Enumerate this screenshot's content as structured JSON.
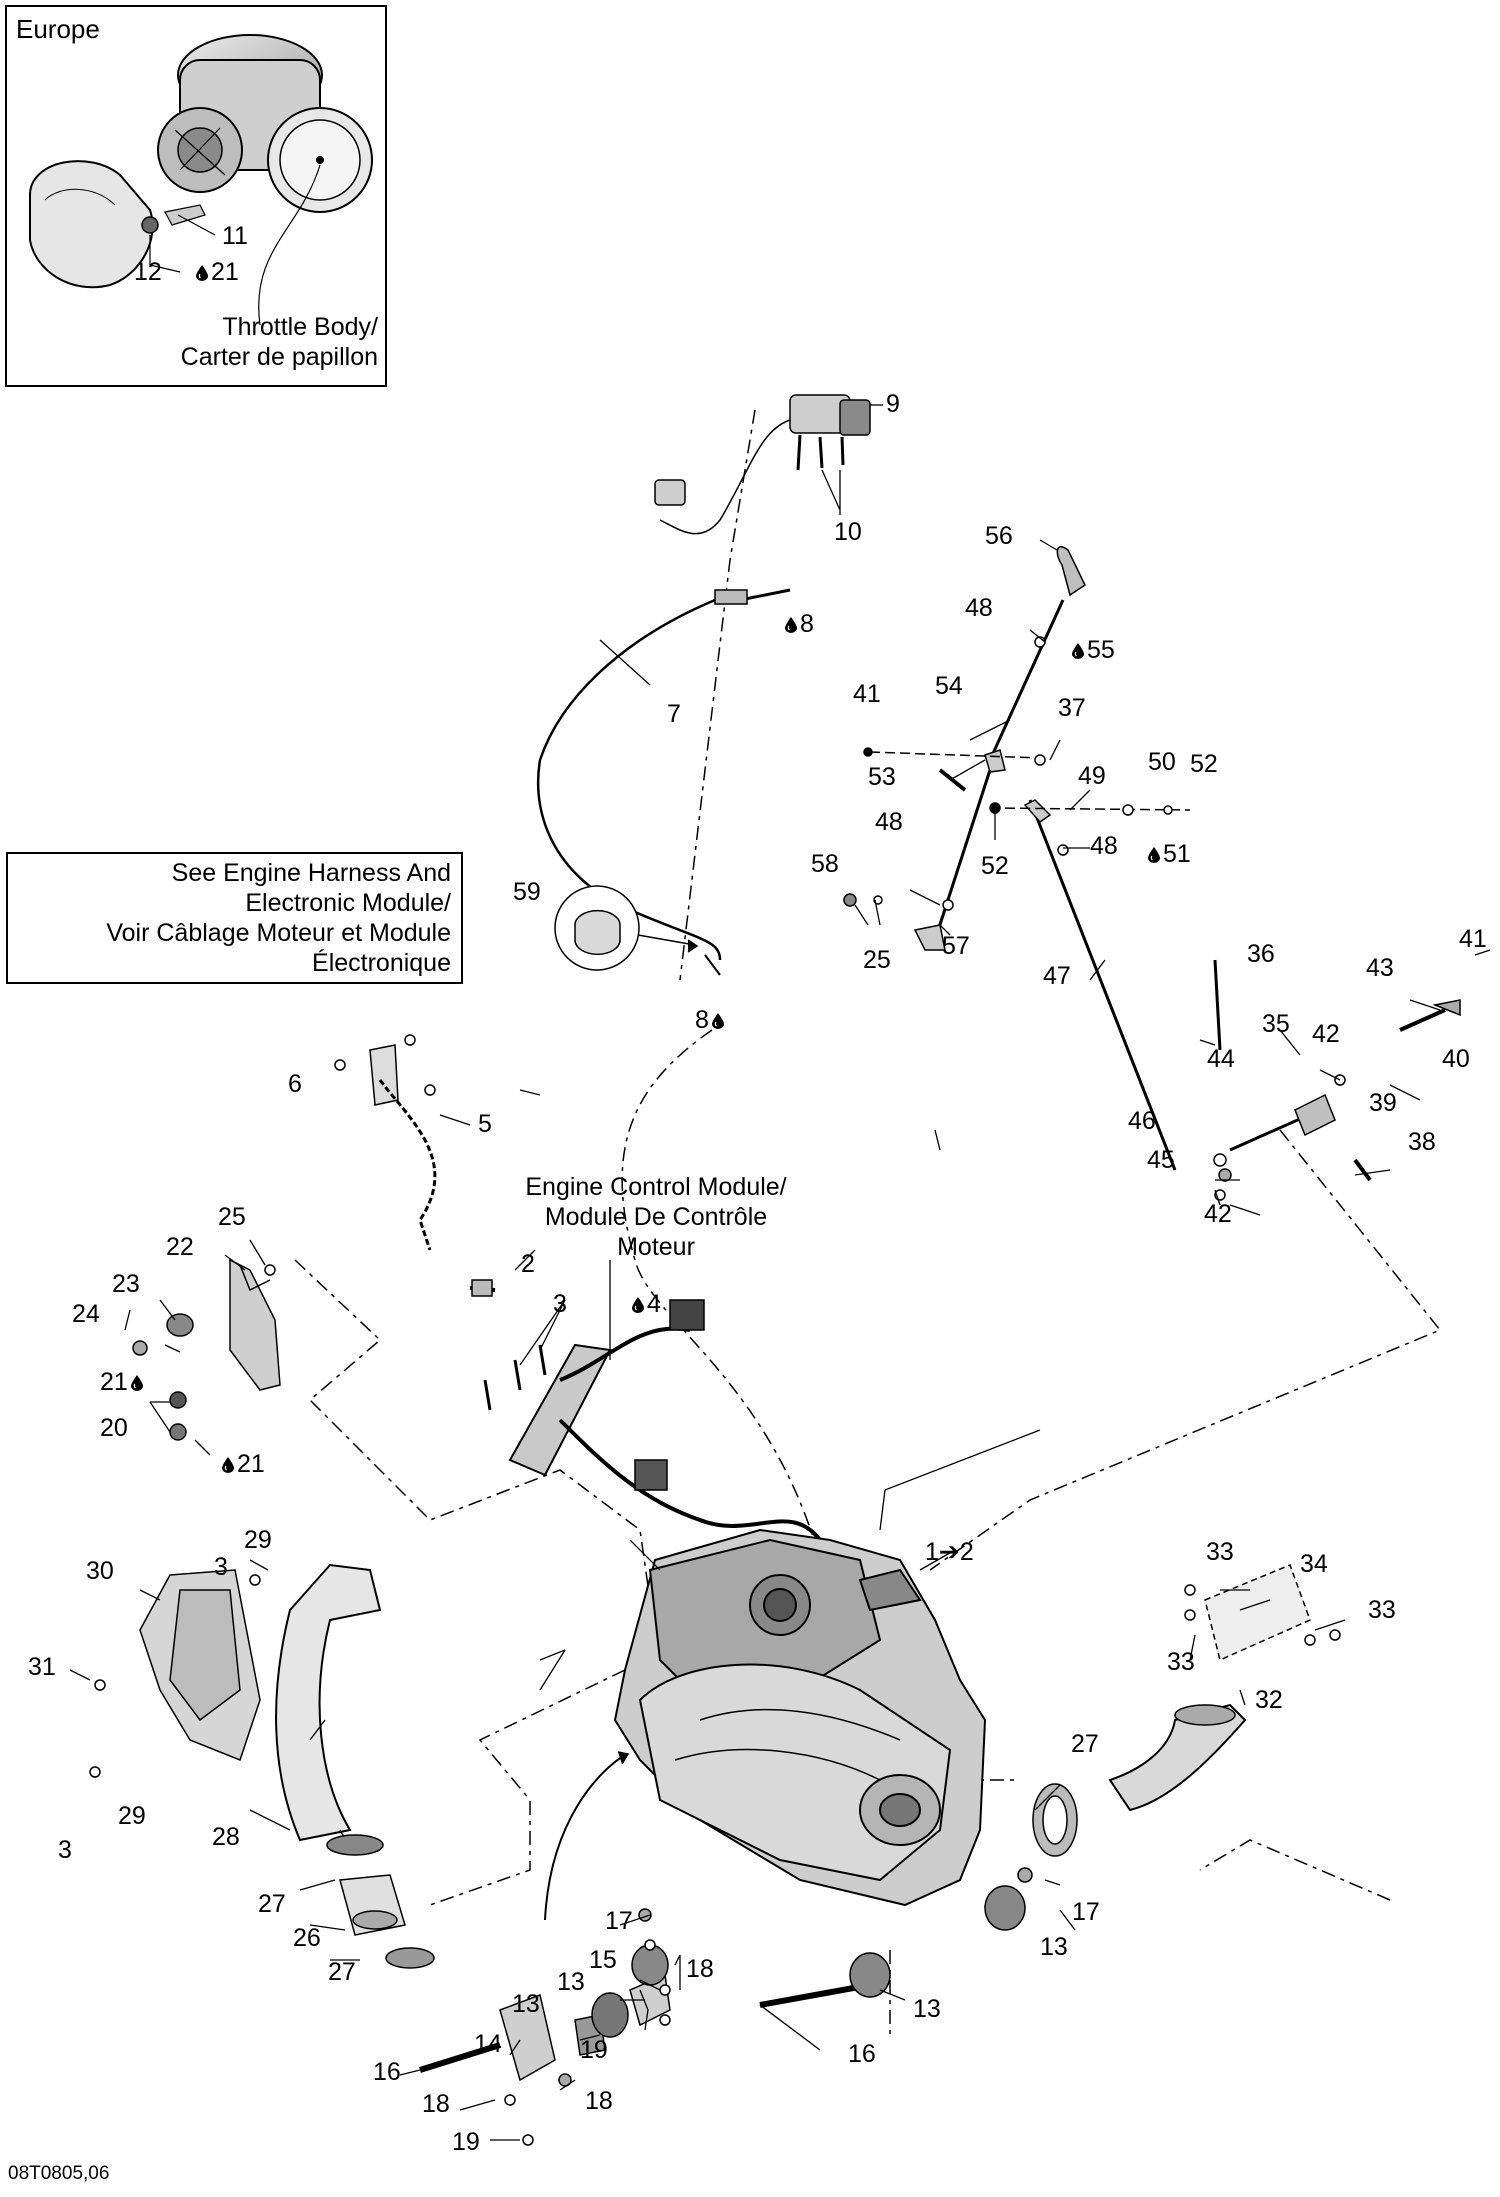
{
  "inset": {
    "title": "Europe",
    "caption_line1": "Throttle Body/",
    "caption_line2": "Carter de papillon",
    "callouts": {
      "c11": "11",
      "c12": "12",
      "c21": "21"
    }
  },
  "notes": {
    "harness_line1": "See Engine Harness And",
    "harness_line2": "Electronic Module/",
    "harness_line3": "Voir Câblage Moteur et Module",
    "harness_line4": "Électronique",
    "ecm_line1": "Engine Control Module/",
    "ecm_line2": "Module De Contrôle",
    "ecm_line3": "Moteur"
  },
  "callouts": {
    "c1": "1➔2",
    "c2": "2",
    "c3a": "3",
    "c3b": "3",
    "c3c": "3",
    "c4": "4",
    "c5": "5",
    "c6": "6",
    "c7": "7",
    "c8a": "8",
    "c8b": "8",
    "c9": "9",
    "c10": "10",
    "c13a": "13",
    "c13b": "13",
    "c13c": "13",
    "c13d": "13",
    "c14": "14",
    "c15": "15",
    "c16a": "16",
    "c16b": "16",
    "c17a": "17",
    "c17b": "17",
    "c18a": "18",
    "c18b": "18",
    "c18c": "18",
    "c19a": "19",
    "c19b": "19",
    "c20": "20",
    "c21a": "21",
    "c21b": "21",
    "c22": "22",
    "c23": "23",
    "c24": "24",
    "c25a": "25",
    "c25b": "25",
    "c26": "26",
    "c27a": "27",
    "c27b": "27",
    "c27c": "27",
    "c28": "28",
    "c29a": "29",
    "c29b": "29",
    "c30": "30",
    "c31": "31",
    "c32": "32",
    "c33a": "33",
    "c33b": "33",
    "c33c": "33",
    "c34": "34",
    "c35": "35",
    "c36": "36",
    "c37": "37",
    "c38": "38",
    "c39": "39",
    "c40": "40",
    "c41a": "41",
    "c41b": "41",
    "c42a": "42",
    "c42b": "42",
    "c43": "43",
    "c44": "44",
    "c45": "45",
    "c46": "46",
    "c47": "47",
    "c48a": "48",
    "c48b": "48",
    "c48c": "48",
    "c49": "49",
    "c50": "50",
    "c51": "51",
    "c52a": "52",
    "c52b": "52",
    "c53": "53",
    "c54": "54",
    "c55": "55",
    "c56": "56",
    "c57": "57",
    "c58": "58",
    "c59": "59"
  },
  "footer": {
    "code": "08T0805,06"
  },
  "icons": {
    "drop": "oil-drop-icon"
  },
  "colors": {
    "ink": "#000000",
    "part_fill": "#d6d6d6",
    "part_dark": "#8a8a8a"
  }
}
